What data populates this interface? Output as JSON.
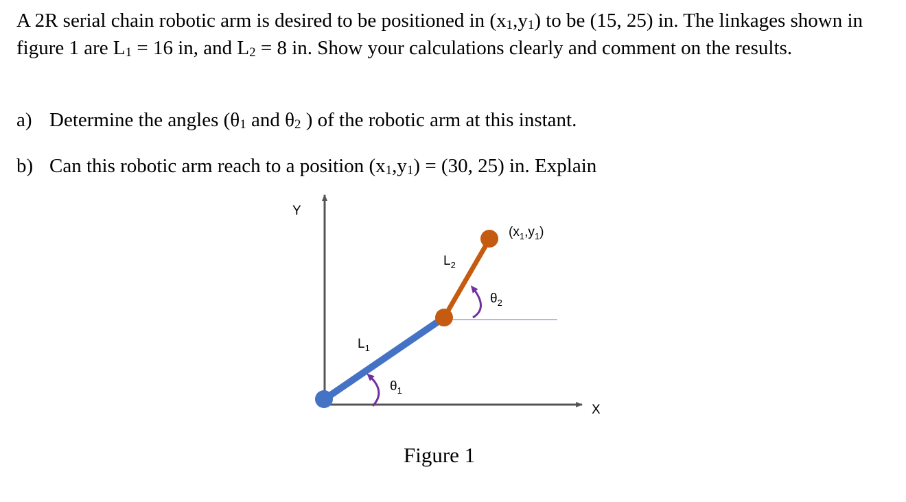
{
  "problem": {
    "intro_a": "A 2R serial chain robotic arm is desired to be positioned in (x",
    "intro_sub1": "1",
    "intro_b": ",y",
    "intro_sub2": "1",
    "intro_c": ") to be (15, 25) in.  The linkages shown in figure 1 are L",
    "intro_sub3": "1",
    "intro_d": " = 16 in, and L",
    "intro_sub4": "2",
    "intro_e": " = 8 in. Show your calculations clearly and comment on the results.",
    "qa_label": "a)",
    "qa_a": "Determine the angles (θ",
    "qa_sub1": "1",
    "qa_b": " and θ",
    "qa_sub2": "2",
    "qa_c": " ) of the robotic arm at this instant.",
    "qb_label": "b)",
    "qb_a": "Can this robotic arm reach to a position (x",
    "qb_sub1": "1",
    "qb_b": ",y",
    "qb_sub2": "1",
    "qb_c": ") = (30, 25) in. Explain"
  },
  "figure": {
    "y_axis_label": "Y",
    "x_axis_label": "X",
    "link1_label": "L",
    "link1_sub": "1",
    "link2_label": "L",
    "link2_sub": "2",
    "theta1_label": "θ",
    "theta1_sub": "1",
    "theta2_label": "θ",
    "theta2_sub": "2",
    "end_label_a": "(x",
    "end_label_sub1": "1",
    "end_label_b": ",y",
    "end_label_sub2": "1",
    "end_label_c": ")",
    "caption": "Figure 1",
    "colors": {
      "axis": "#555555",
      "link1": "#4472C4",
      "link2": "#C55A11",
      "joint1": "#4472C4",
      "joint2": "#C55A11",
      "angle_arc": "#7030A0",
      "reference_line": "#8EA9DB"
    }
  }
}
